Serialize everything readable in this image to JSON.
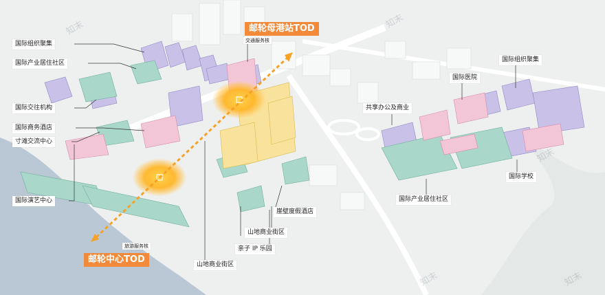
{
  "title_labels": {
    "cruise_home_port_tod": "邮轮母港站TOD",
    "cruise_center_tod": "邮轮中心TOD",
    "transport_service_core": "交通服务核",
    "tourism_service_core": "旅游服务核"
  },
  "left_labels": {
    "intl_org_cluster": "国际组织聚集",
    "intl_industry_residential": "国际产业居住社区",
    "intl_exchange_agency": "国际交往机构",
    "intl_business_hotel": "国际商务酒店",
    "cunpu_exchange_center": "寸滩交流中心",
    "intl_performing_arts": "国际演艺中心"
  },
  "center_labels": {
    "mountain_commercial_1": "山地商业街区",
    "family_ip_park": "亲子 IP 乐园",
    "mountain_commercial_2": "山地商业街区",
    "cliff_resort_hotel": "崖壁度假酒店"
  },
  "right_labels": {
    "intl_org_cluster": "国际组织聚集",
    "intl_hospital": "国际医院",
    "shared_office_commercial": "共享办公及商业",
    "intl_school": "国际学校",
    "intl_industry_residential": "国际产业居住社区"
  },
  "watermarks": [
    "知末",
    "知末",
    "知末",
    "知末",
    "知末"
  ],
  "colors": {
    "purple_zone": "#c6bde6",
    "teal_zone": "#a8d5c8",
    "pink_zone": "#f0c4d6",
    "yellow_zone": "#f8e39a",
    "orange_accent": "#f28a3a",
    "water": "#b8c7d3"
  }
}
